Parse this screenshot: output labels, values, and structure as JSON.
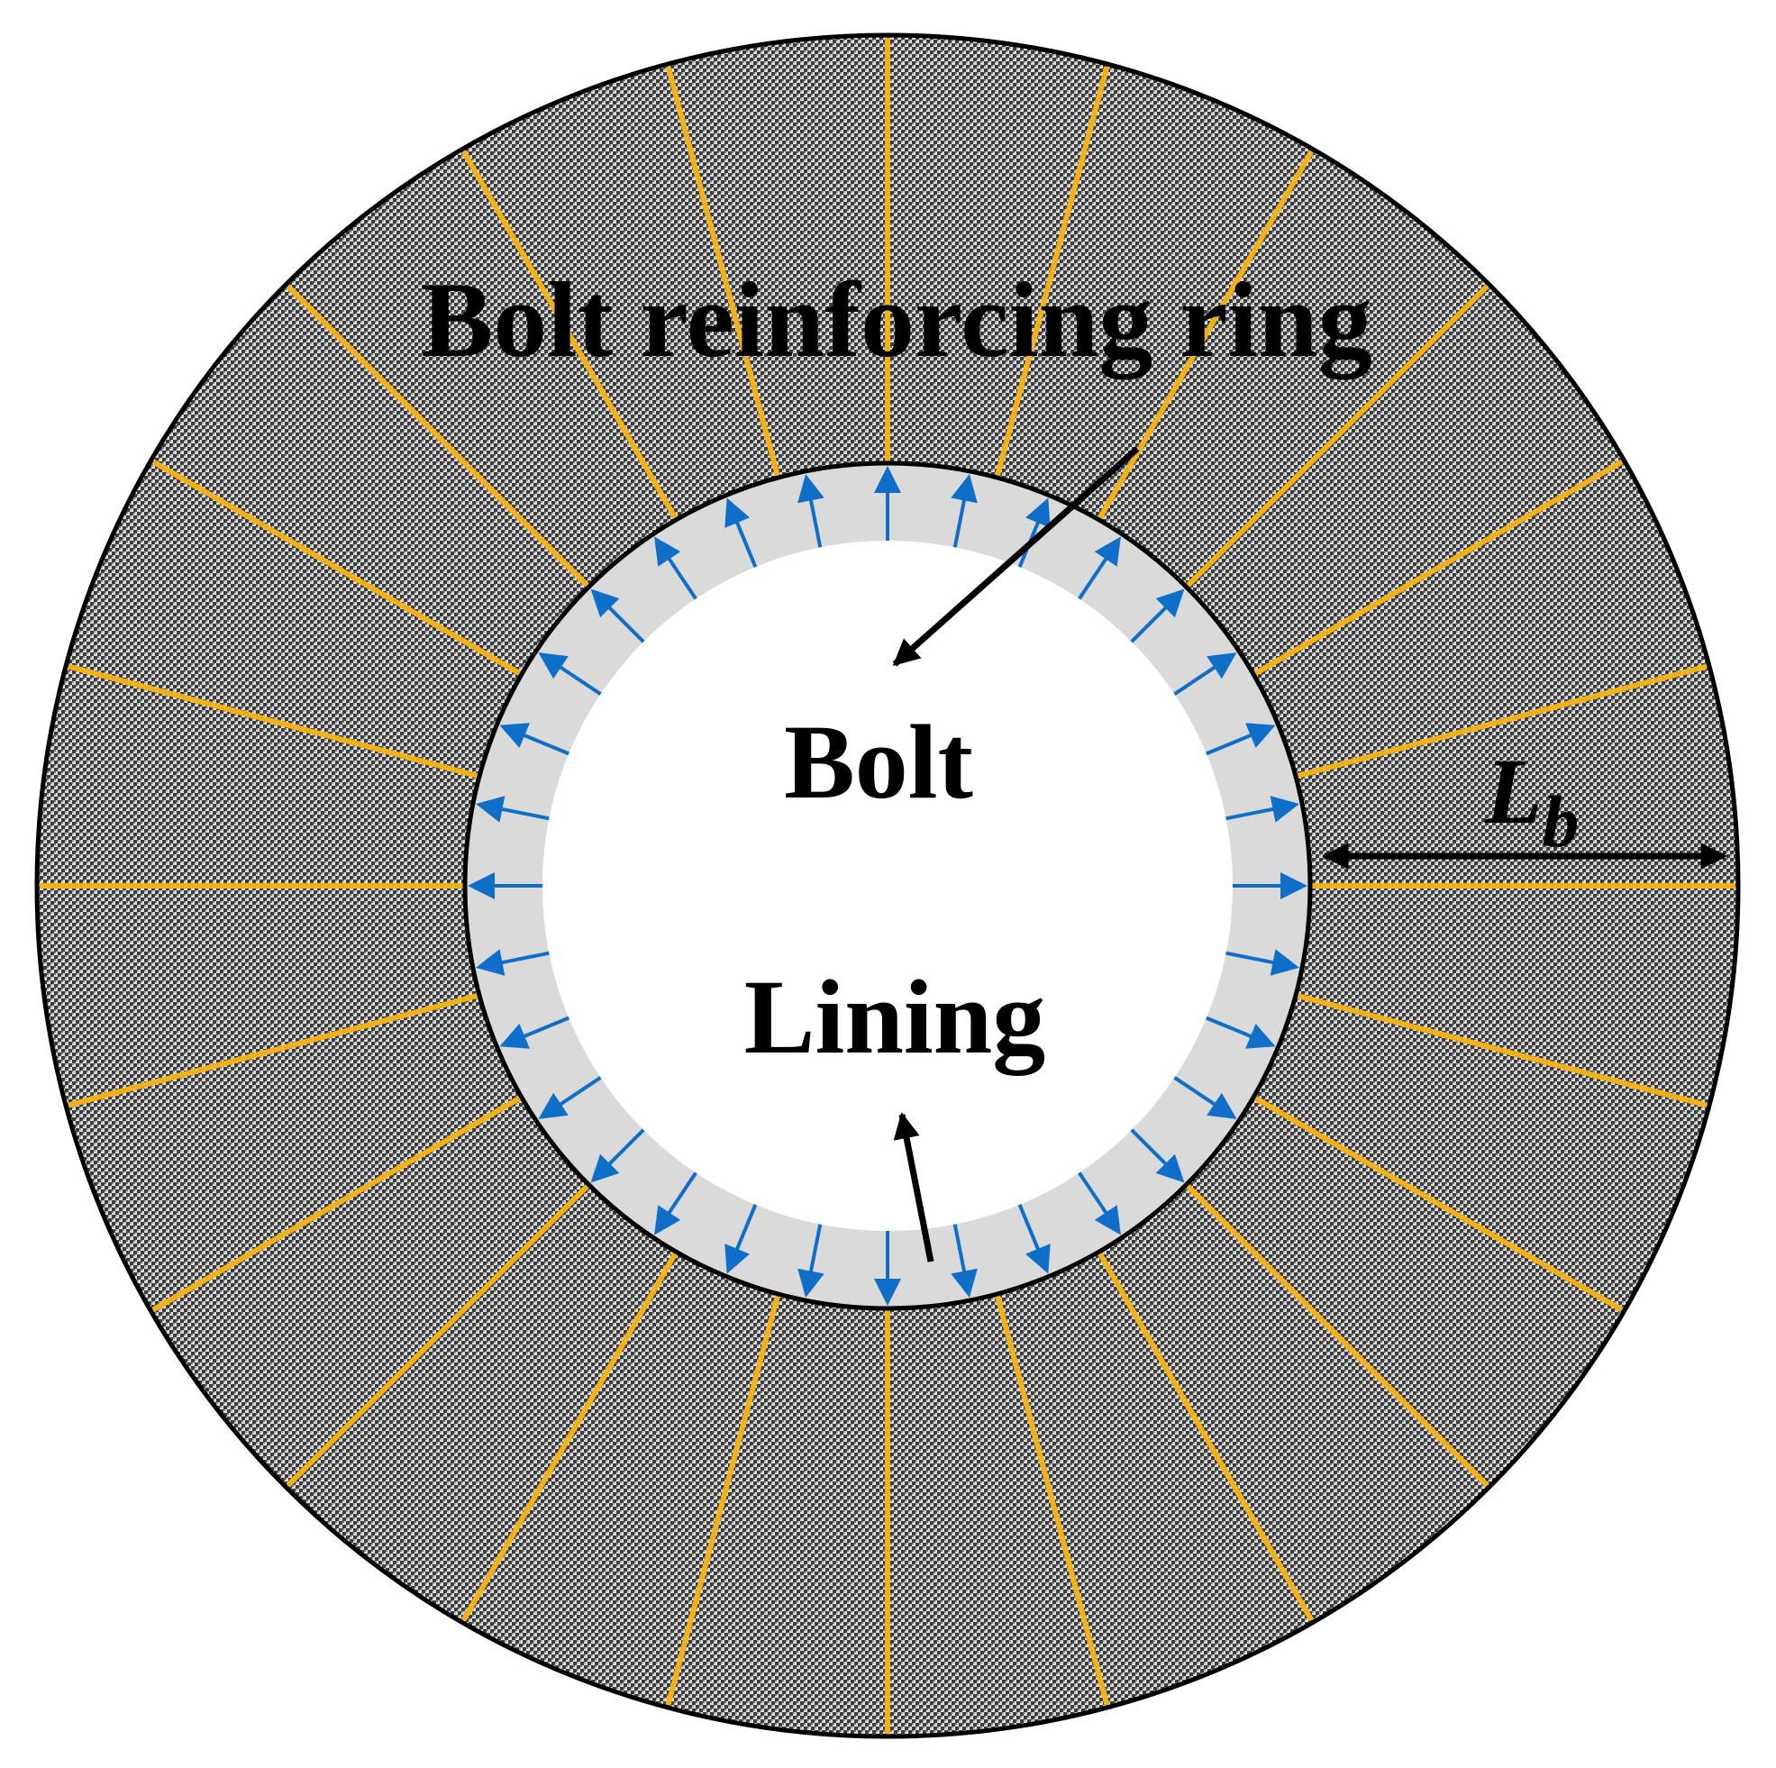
{
  "labels": {
    "ring": "Bolt reinforcing ring",
    "bolt": "Bolt",
    "lining": "Lining",
    "length_symbol": "L",
    "length_subscript": "b"
  },
  "bolt_count": 24,
  "arrow_count": 32,
  "colors": {
    "bolt": "#f2b116",
    "pressure_arrow": "#0f6fc8",
    "lining": "#dadada",
    "ring_fill_dark": "#4a4a4a",
    "ring_fill_light": "#e0e0e0",
    "outline": "#000000",
    "opening": "#ffffff"
  }
}
